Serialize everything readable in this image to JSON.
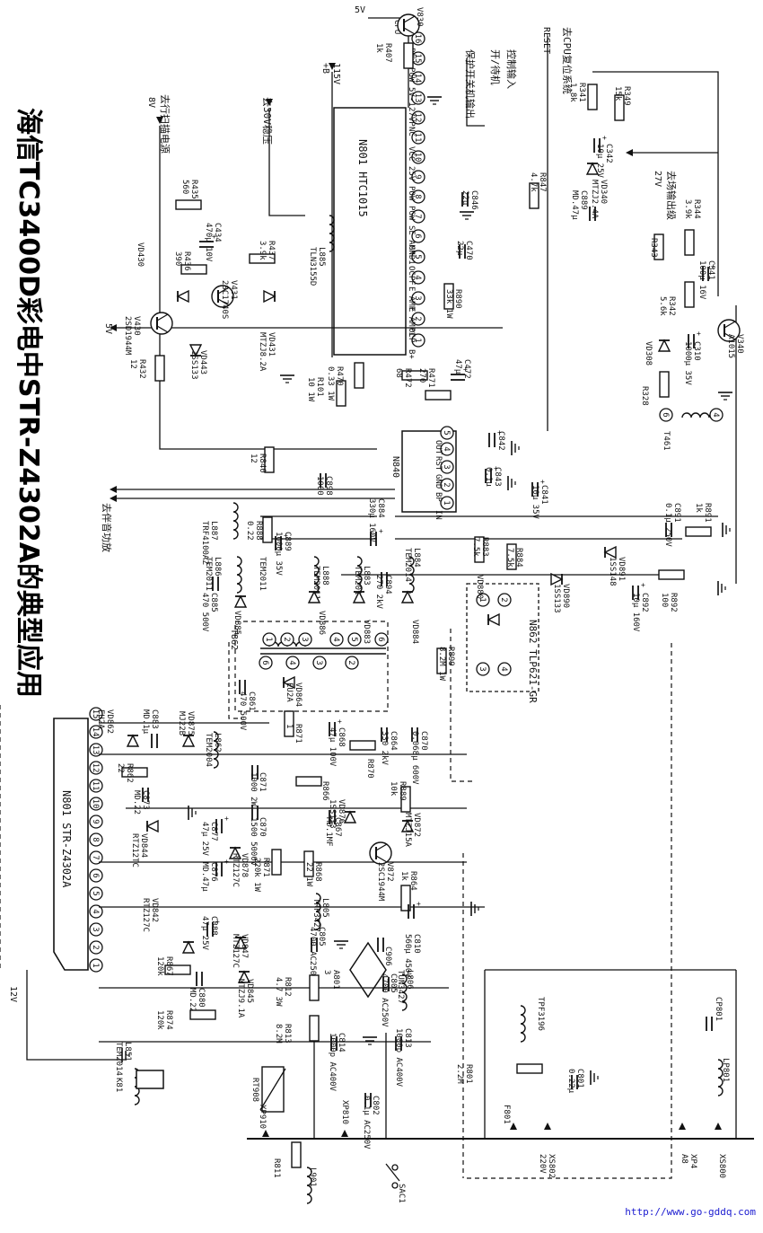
{
  "title": "海信TC3400D彩电中STR-Z4302A的典型应用",
  "watermark": "http://www.go-gddq.com",
  "ic_main": "N801 STR-Z4302A",
  "ic_main_pins": [
    "1",
    "2",
    "3",
    "4",
    "5",
    "6",
    "7",
    "8",
    "9",
    "10",
    "11",
    "12",
    "13",
    "14",
    "15"
  ],
  "ic_control": "N801 HTC1015",
  "ic_control_pins": [
    {
      "n": "1",
      "name": "B+"
    },
    {
      "n": "2",
      "name": "OCP"
    },
    {
      "n": "3",
      "name": "E AMP1"
    },
    {
      "n": "4",
      "name": "E AMP"
    },
    {
      "n": "5",
      "name": "OCPF"
    },
    {
      "n": "6",
      "name": "GND1"
    },
    {
      "n": "7",
      "name": "SE AMP"
    },
    {
      "n": "8",
      "name": "PGW"
    },
    {
      "n": "9",
      "name": "POW"
    },
    {
      "n": "10",
      "name": "25V"
    },
    {
      "n": "11",
      "name": "VCC"
    },
    {
      "n": "12",
      "name": "NC"
    },
    {
      "n": "13",
      "name": "27VP"
    },
    {
      "n": "14",
      "name": "5V-1"
    },
    {
      "n": "15",
      "name": "PGW"
    },
    {
      "n": "16",
      "name": "POW"
    }
  ],
  "ic_reset": "N840",
  "ic_reset_pins": [
    {
      "n": "1",
      "name": "IN"
    },
    {
      "n": "2",
      "name": "BP"
    },
    {
      "n": "3",
      "name": "GND"
    },
    {
      "n": "4",
      "name": "RST"
    },
    {
      "n": "5",
      "name": "OUT"
    }
  ],
  "optocoupler": "N862 TLP621-GR",
  "transformer": "T862",
  "notes": {
    "to_hscan": "去行扫描电源",
    "to_30v": "去30V稳压",
    "to_audio": "去伴音功放",
    "to_field": "去场输出级",
    "to_cpu_reset": "去CPU复位系统",
    "protect_out": "保护开关机输出",
    "ctrl_in": "控制输入",
    "standby": "开/待机",
    "reset": "RESET",
    "v5": "5V",
    "v8": "8V",
    "v12": "12V",
    "v115": "115V",
    "v27": "27V",
    "cpu": "CPU"
  },
  "components": [
    {
      "id": "R435",
      "value": "560"
    },
    {
      "id": "C434",
      "value": "470μ 10V"
    },
    {
      "id": "R436",
      "value": "390"
    },
    {
      "id": "R437",
      "value": "3.9k"
    },
    {
      "id": "V430",
      "value": "2SD1944M"
    },
    {
      "id": "V431",
      "value": "2SC1740S"
    },
    {
      "id": "VD430",
      "value": ""
    },
    {
      "id": "VD431",
      "value": "MTZJ8.2A"
    },
    {
      "id": "VD443",
      "value": "1SS133"
    },
    {
      "id": "R432",
      "value": "12"
    },
    {
      "id": "L885",
      "value": "TLN3155D"
    },
    {
      "id": "F470",
      "value": "T1.25A/AC250V"
    },
    {
      "id": "R101",
      "value": "10 1W"
    },
    {
      "id": "R470",
      "value": "0.33 1W"
    },
    {
      "id": "R472",
      "value": "68"
    },
    {
      "id": "R471",
      "value": "270"
    },
    {
      "id": "C472",
      "value": "47μ"
    },
    {
      "id": "R840",
      "value": "12"
    },
    {
      "id": "C898",
      "value": "1000"
    },
    {
      "id": "R888",
      "value": "0.22"
    },
    {
      "id": "C889",
      "value": "1000μ 35V"
    },
    {
      "id": "L887",
      "value": "TRF4100AZ"
    },
    {
      "id": "L886",
      "value": "TEM2011"
    },
    {
      "id": "L888",
      "value": "TEM2011"
    },
    {
      "id": "L883",
      "value": "TEM2014"
    },
    {
      "id": "L884",
      "value": "TEM2014"
    },
    {
      "id": "C884",
      "value": "330μ 160V"
    },
    {
      "id": "C885",
      "value": "470 500V"
    },
    {
      "id": "VD885",
      "value": ""
    },
    {
      "id": "VD886",
      "value": ""
    },
    {
      "id": "VD883",
      "value": ""
    },
    {
      "id": "VD884",
      "value": ""
    },
    {
      "id": "C894",
      "value": "270 2kV"
    },
    {
      "id": "R847",
      "value": "4.7k"
    },
    {
      "id": "C846",
      "value": "22μ"
    },
    {
      "id": "C470",
      "value": "22μ"
    },
    {
      "id": "R890",
      "value": "33k 1W"
    },
    {
      "id": "C843",
      "value": "0.1μ"
    },
    {
      "id": "C842",
      "value": ""
    },
    {
      "id": "C841",
      "value": "10μ 35V"
    },
    {
      "id": "R883",
      "value": "7.5k"
    },
    {
      "id": "R884",
      "value": "7.5k"
    },
    {
      "id": "VD880",
      "value": ""
    },
    {
      "id": "VD891",
      "value": "1SS148"
    },
    {
      "id": "VD890",
      "value": "1SS133"
    },
    {
      "id": "C891",
      "value": "0.1μ 250V"
    },
    {
      "id": "R891",
      "value": "1k"
    },
    {
      "id": "C892",
      "value": "10μ 160V"
    },
    {
      "id": "R892",
      "value": "100"
    },
    {
      "id": "R407",
      "value": "1k"
    },
    {
      "id": "V830",
      "value": ""
    },
    {
      "id": "R341",
      "value": "1.8k"
    },
    {
      "id": "R349",
      "value": "15k"
    },
    {
      "id": "C342",
      "value": "10μ 25V"
    },
    {
      "id": "VD340",
      "value": "MTZJ2.4A"
    },
    {
      "id": "C889b",
      "value": "MD.47μ"
    },
    {
      "id": "R344",
      "value": "3.9k"
    },
    {
      "id": "R343",
      "value": ""
    },
    {
      "id": "C341",
      "value": "100μ 16V"
    },
    {
      "id": "R342",
      "value": "5.6k"
    },
    {
      "id": "C310",
      "value": "1000μ 35V"
    },
    {
      "id": "V340",
      "value": "A1015"
    },
    {
      "id": "VD308",
      "value": ""
    },
    {
      "id": "R328",
      "value": ""
    },
    {
      "id": "T461",
      "value": ""
    },
    {
      "id": "C861",
      "value": "470 500V"
    },
    {
      "id": "VD864",
      "value": "EU2A"
    },
    {
      "id": "R871",
      "value": "1"
    },
    {
      "id": "C868",
      "value": "47μ 100V"
    },
    {
      "id": "R870",
      "value": ""
    },
    {
      "id": "C864",
      "value": "330 2kV"
    },
    {
      "id": "C870",
      "value": "0.068μ 600V"
    },
    {
      "id": "R899",
      "value": "8.2M 1W"
    },
    {
      "id": "VD862",
      "value": "EU2A"
    },
    {
      "id": "C883",
      "value": "MD.1μ"
    },
    {
      "id": "VD875",
      "value": "MJ22B"
    },
    {
      "id": "L862",
      "value": "TEM2004"
    },
    {
      "id": "R862",
      "value": "22"
    },
    {
      "id": "C873",
      "value": "MD.22"
    },
    {
      "id": "C871",
      "value": "1000 2W"
    },
    {
      "id": "C870b",
      "value": "1500 5000V"
    },
    {
      "id": "C877",
      "value": "47μ 25V"
    },
    {
      "id": "VD844",
      "value": "RTZ12TC"
    },
    {
      "id": "C876",
      "value": "MD.47μ"
    },
    {
      "id": "VD876",
      "value": "1SS133"
    },
    {
      "id": "R866",
      "value": ""
    },
    {
      "id": "C867",
      "value": "MD.1MF"
    },
    {
      "id": "R889",
      "value": "10k"
    },
    {
      "id": "VD872",
      "value": "MTZJ15A"
    },
    {
      "id": "V872",
      "value": "2SC1944M"
    },
    {
      "id": "R871b",
      "value": "220k 1W"
    },
    {
      "id": "R868",
      "value": "22 1W"
    },
    {
      "id": "VD878",
      "value": "RTZ127C"
    },
    {
      "id": "VD842",
      "value": "RTZ127C"
    },
    {
      "id": "C888",
      "value": "47μ 25V"
    },
    {
      "id": "VD847",
      "value": "MTZ127C"
    },
    {
      "id": "L805",
      "value": "TRF3427"
    },
    {
      "id": "R864",
      "value": "1k"
    },
    {
      "id": "R867",
      "value": "120k"
    },
    {
      "id": "C880",
      "value": "MD.22"
    },
    {
      "id": "R874",
      "value": "120k"
    },
    {
      "id": "VD845",
      "value": "MTZJ9.1A"
    },
    {
      "id": "C805",
      "value": "4700 AC250V"
    },
    {
      "id": "A801",
      "value": "3"
    },
    {
      "id": "C906",
      "value": ""
    },
    {
      "id": "C810",
      "value": "560μ 450V"
    },
    {
      "id": "L806",
      "value": "TUN3427"
    },
    {
      "id": "C805b",
      "value": "4700 AC250V"
    },
    {
      "id": "R812",
      "value": "4.7 3W"
    },
    {
      "id": "R813",
      "value": "8.2M"
    },
    {
      "id": "C814",
      "value": "1000p AC400V"
    },
    {
      "id": "C813",
      "value": "1000p AC400V"
    },
    {
      "id": "L851",
      "value": "TEM2014"
    },
    {
      "id": "K81",
      "value": ""
    },
    {
      "id": "RT908",
      "value": ""
    },
    {
      "id": "C802",
      "value": "0.1μ AC250V"
    },
    {
      "id": "R811",
      "value": ""
    },
    {
      "id": "L901",
      "value": ""
    },
    {
      "id": "XP910",
      "value": ""
    },
    {
      "id": "XP810",
      "value": ""
    },
    {
      "id": "R801",
      "value": "2.2M"
    },
    {
      "id": "C801",
      "value": "0.22μ"
    },
    {
      "id": "F801",
      "value": ""
    },
    {
      "id": "TPF3196",
      "value": ""
    },
    {
      "id": "CP801",
      "value": ""
    },
    {
      "id": "LP801",
      "value": ""
    },
    {
      "id": "XS802",
      "value": "220V"
    },
    {
      "id": "XP4",
      "value": "A8"
    },
    {
      "id": "XS800",
      "value": ""
    },
    {
      "id": "SAC1",
      "value": ""
    }
  ]
}
